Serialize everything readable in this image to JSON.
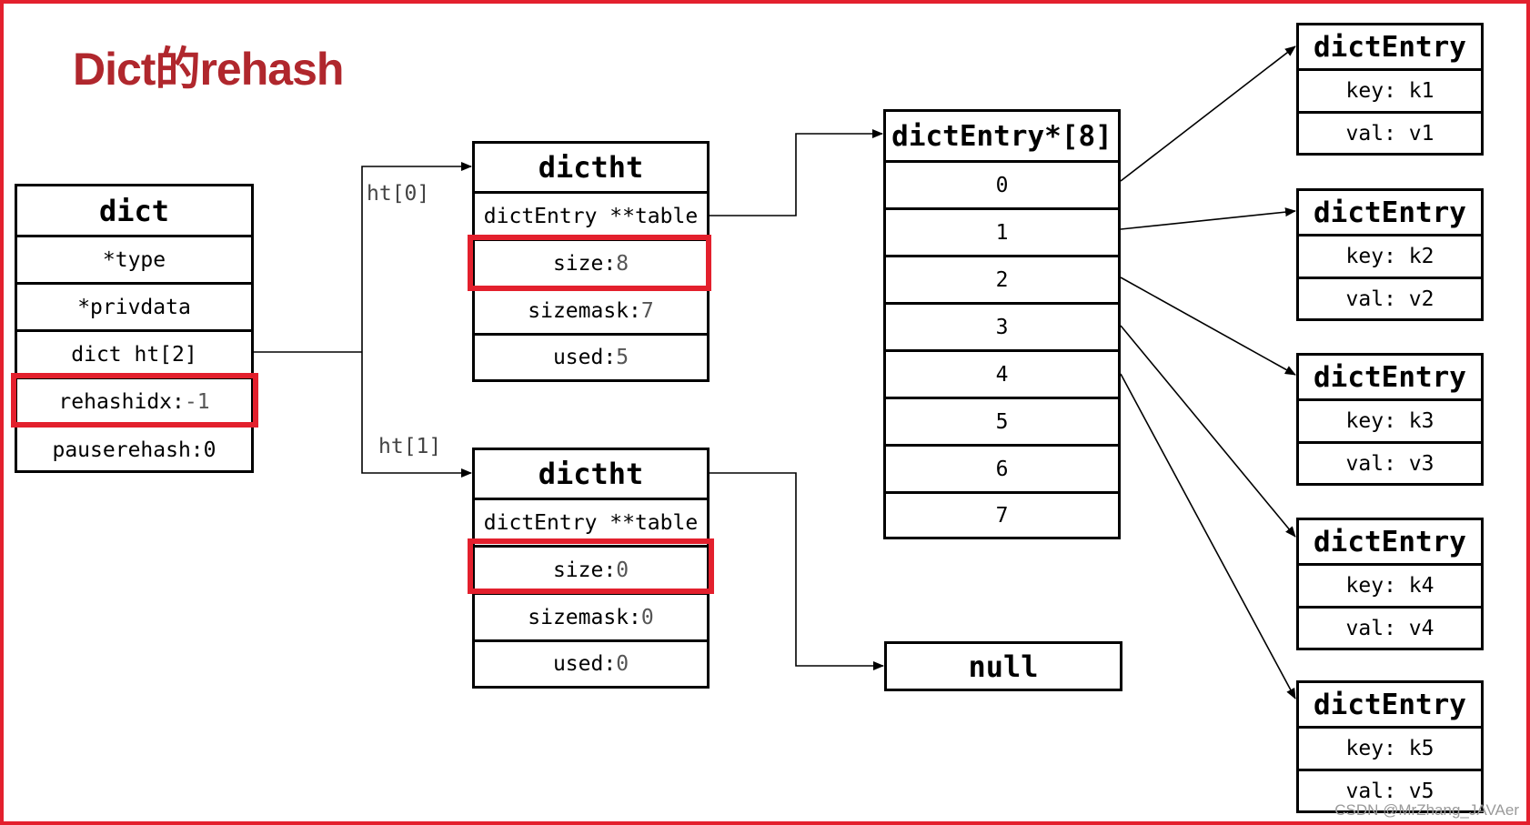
{
  "title": "Dict的rehash",
  "dict": {
    "header": "dict",
    "type": "*type",
    "privdata": "*privdata",
    "ht": "dict ht[2]",
    "rehashidx_key": "rehashidx:",
    "rehashidx_val": "-1",
    "pauserehash_key": "pauserehash:",
    "pauserehash_val": "0"
  },
  "links": {
    "ht0": "ht[0]",
    "ht1": "ht[1]"
  },
  "dictht0": {
    "header": "dictht",
    "table": "dictEntry **table",
    "size_key": "size:",
    "size_val": "8",
    "sizemask_key": "sizemask:",
    "sizemask_val": "7",
    "used_key": "used:",
    "used_val": "5"
  },
  "dictht1": {
    "header": "dictht",
    "table": "dictEntry **table",
    "size_key": "size:",
    "size_val": "0",
    "sizemask_key": "sizemask:",
    "sizemask_val": "0",
    "used_key": "used:",
    "used_val": "0"
  },
  "array": {
    "header": "dictEntry*[8]",
    "slots": [
      "0",
      "1",
      "2",
      "3",
      "4",
      "5",
      "6",
      "7"
    ]
  },
  "null_label": "null",
  "entries": [
    {
      "header": "dictEntry",
      "key": "key: k1",
      "val": "val: v1"
    },
    {
      "header": "dictEntry",
      "key": "key: k2",
      "val": "val: v2"
    },
    {
      "header": "dictEntry",
      "key": "key: k3",
      "val": "val: v3"
    },
    {
      "header": "dictEntry",
      "key": "key: k4",
      "val": "val: v4"
    },
    {
      "header": "dictEntry",
      "key": "key: k5",
      "val": "val: v5"
    }
  ],
  "watermark": "CSDN @MrZhang_JAVAer",
  "colors": {
    "highlight": "#e3202d",
    "title": "#b0272d",
    "line": "#000000"
  }
}
